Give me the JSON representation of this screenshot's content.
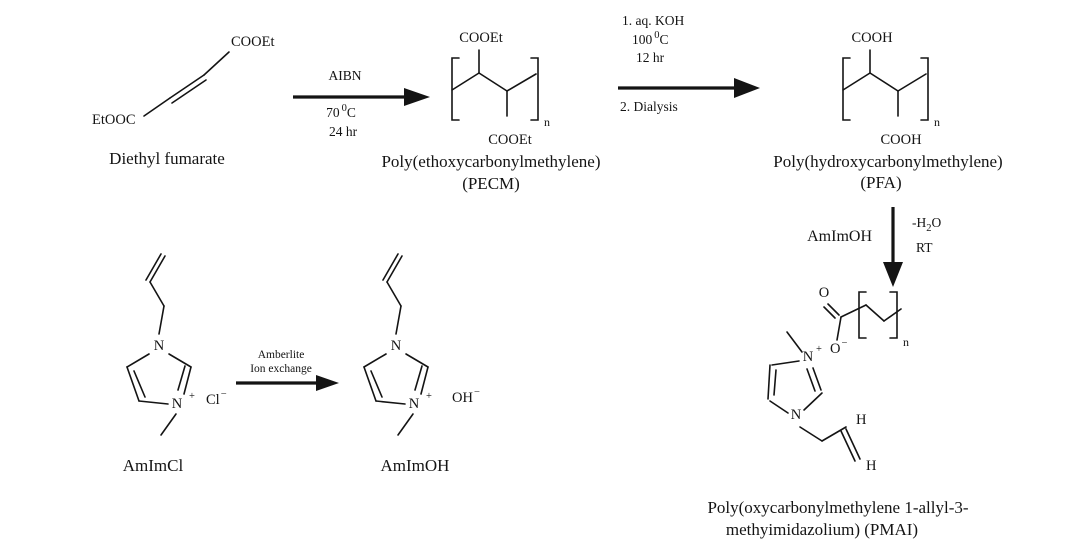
{
  "colors": {
    "ink": "#141414",
    "background": "#ffffff"
  },
  "molecules": {
    "diethyl_fumarate": {
      "name": "Diethyl fumarate",
      "top_group": "COOEt",
      "bottom_group": "EtOOC"
    },
    "pecm": {
      "name": "Poly(ethoxycarbonylmethylene)",
      "abbr": "(PECM)",
      "top_group": "COOEt",
      "bottom_group": "COOEt",
      "repeat_sub": "n"
    },
    "pfa": {
      "name": "Poly(hydroxycarbonylmethylene)",
      "abbr": "(PFA)",
      "top_group": "COOH",
      "bottom_group": "COOH",
      "repeat_sub": "n"
    },
    "amimcl": {
      "name": "AmImCl",
      "n1": "N",
      "n3": "N",
      "charge_plus": "+",
      "counterion": "Cl",
      "counterion_charge": "−"
    },
    "amimoh": {
      "name": "AmImOH",
      "n1": "N",
      "n3": "N",
      "charge_plus": "+",
      "counterion": "OH",
      "counterion_charge": "−"
    },
    "pmai": {
      "name_line1": "Poly(oxycarbonylmethylene 1-allyl-3-",
      "name_line2": "methyimidazolium) (PMAI)",
      "carbonyl_o": "O",
      "carboxylate_o": "O",
      "carboxylate_charge": "−",
      "n3": "N",
      "charge_plus": "+",
      "n1": "N",
      "h_vinyl": "H",
      "h_terminal": "H",
      "repeat_sub": "n"
    }
  },
  "arrows": {
    "aibn": {
      "above": "AIBN",
      "temp": "70",
      "temp_sup": "0",
      "temp_unit": "C",
      "time": "24 hr"
    },
    "koh": {
      "step1": "1. aq. KOH",
      "temp": "100",
      "temp_sup": "0",
      "temp_unit": "C",
      "time": "12 hr",
      "step2": "2. Dialysis"
    },
    "ion_exchange": {
      "line1": "Amberlite",
      "line2": "Ion exchange"
    },
    "neutralization": {
      "left": "AmImOH",
      "byproduct_a": "-H",
      "byproduct_sub": "2",
      "byproduct_b": "O",
      "condition": "RT"
    }
  }
}
